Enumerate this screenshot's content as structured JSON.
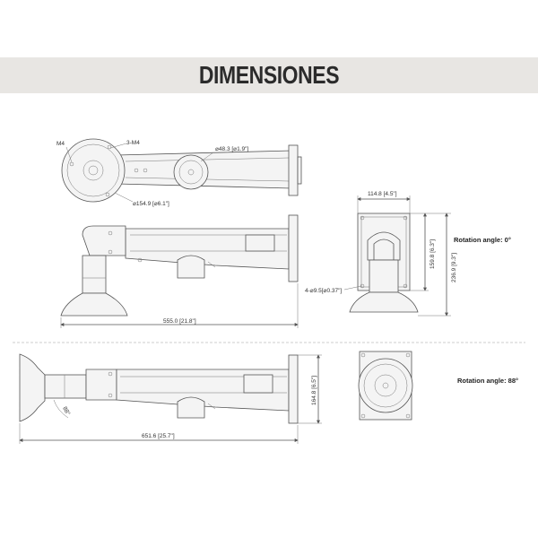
{
  "header": {
    "title": "DIMENSIONES"
  },
  "top_view": {
    "label_m4": "M4",
    "label_3m4": "3-M4",
    "dia_pipe": "⌀48.3 [⌀1.9\"]",
    "dia_base": "⌀154.9 [⌀6.1\"]"
  },
  "side_view": {
    "length": "555.0 [21.8\"]"
  },
  "front_view_0": {
    "width": "114.8 [4.5\"]",
    "plate_height": "159.8 [6.3\"]",
    "total_height": "236.9 [9.3\"]",
    "holes": "4-⌀9.5[⌀0.37\"]",
    "rotation": "Rotation angle: 0°"
  },
  "side_view_rotated": {
    "length": "651.6 [25.7\"]",
    "height": "164.8 [6.5\"]",
    "angle": "88°"
  },
  "front_view_88": {
    "rotation": "Rotation angle: 88°"
  }
}
